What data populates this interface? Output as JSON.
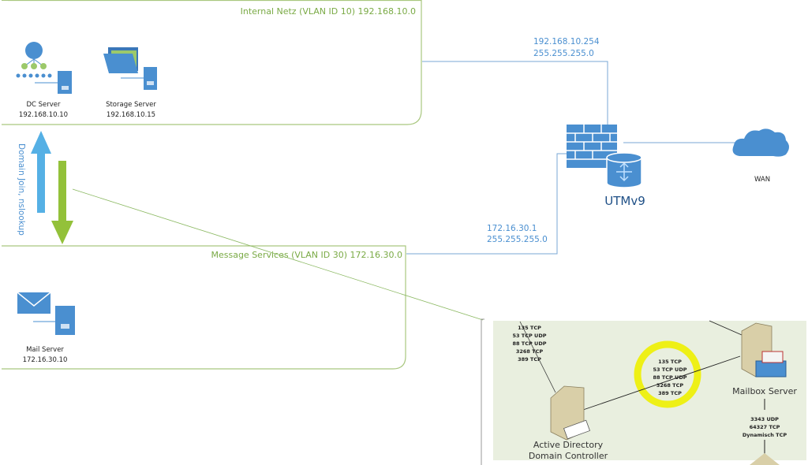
{
  "internal_net": {
    "title": "Internal Netz (VLAN ID 10) 192.168.10.0",
    "dc_server": {
      "name": "DC Server",
      "ip": "192.168.10.10"
    },
    "storage_server": {
      "name": "Storage Server",
      "ip": "192.168.10.15"
    }
  },
  "message_net": {
    "title": "Message Services (VLAN ID 30) 172.16.30.0",
    "mail_server": {
      "name": "Mail Server",
      "ip": "172.16.30.10"
    }
  },
  "arrows_label": "Domain Join, nslookup",
  "utm": {
    "name": "UTMv9",
    "internal_ip": "192.168.10.254",
    "internal_mask": "255.255.255.0",
    "message_ip": "172.16.30.1",
    "message_mask": "255.255.255.0"
  },
  "wan": "WAN",
  "inset": {
    "ports_top": [
      "135 TCP",
      "53 TCP UDP",
      "88 TCP UDP",
      "3268 TCP",
      "389 TCP"
    ],
    "ports_mid": [
      "135 TCP",
      "53 TCP UDP",
      "88 TCP UDP",
      "3268 TCP",
      "389 TCP"
    ],
    "ports_bottom": [
      "3343 UDP",
      "64327 TCP",
      "Dynamisch TCP"
    ],
    "mailbox": "Mailbox Server",
    "ad_line1": "Active Directory",
    "ad_line2": "Domain Controller"
  },
  "colors": {
    "green": "#7aaa45",
    "blue": "#4a8fd0",
    "highlight": "#f0f000"
  }
}
